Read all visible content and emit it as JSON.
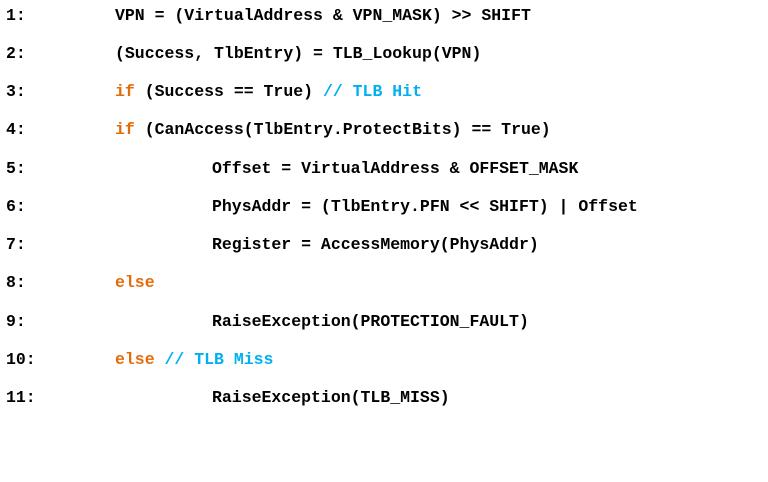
{
  "code": {
    "lines": [
      {
        "num": "1:",
        "segments": [
          {
            "text": "VPN = (VirtualAddress & VPN_MASK) >> SHIFT",
            "kind": "plain"
          }
        ]
      },
      {
        "num": "2:",
        "segments": [
          {
            "text": "(Success, TlbEntry) = TLB_Lookup(VPN)",
            "kind": "plain"
          }
        ]
      },
      {
        "num": "3:",
        "segments": [
          {
            "text": "if",
            "kind": "keyword"
          },
          {
            "text": " (Success == True) ",
            "kind": "plain"
          },
          {
            "text": "// TLB Hit",
            "kind": "comment"
          }
        ]
      },
      {
        "num": "4:",
        "segments": [
          {
            "text": "if",
            "kind": "keyword"
          },
          {
            "text": " (CanAccess(TlbEntry.ProtectBits) == True)",
            "kind": "plain"
          }
        ]
      },
      {
        "num": "5:",
        "segments": [
          {
            "text": "Offset = VirtualAddress & OFFSET_MASK",
            "kind": "plain"
          }
        ]
      },
      {
        "num": "6:",
        "segments": [
          {
            "text": "PhysAddr = (TlbEntry.PFN << SHIFT) | Offset",
            "kind": "plain"
          }
        ]
      },
      {
        "num": "7:",
        "segments": [
          {
            "text": "Register = AccessMemory(PhysAddr)",
            "kind": "plain"
          }
        ]
      },
      {
        "num": "8:",
        "segments": [
          {
            "text": "else",
            "kind": "keyword"
          }
        ]
      },
      {
        "num": "9:",
        "segments": [
          {
            "text": "RaiseException(PROTECTION_FAULT)",
            "kind": "plain"
          }
        ]
      },
      {
        "num": "10:",
        "segments": [
          {
            "text": "else",
            "kind": "keyword"
          },
          {
            "text": " // TLB Miss",
            "kind": "comment"
          }
        ]
      },
      {
        "num": "11:",
        "segments": [
          {
            "text": "RaiseException(TLB_MISS)",
            "kind": "plain"
          }
        ]
      }
    ]
  },
  "colors": {
    "keyword": "#e36c0a",
    "comment": "#00b0f0",
    "text": "#000000",
    "background": "#ffffff"
  }
}
